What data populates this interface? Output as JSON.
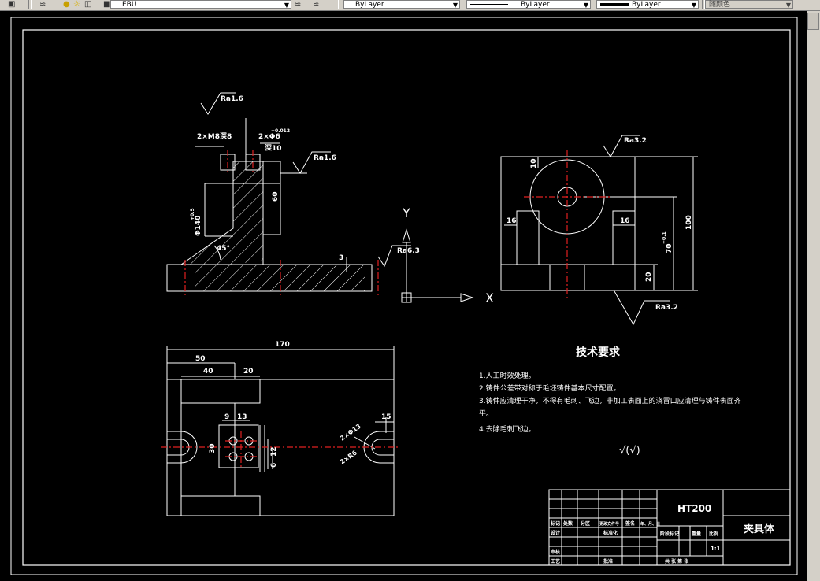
{
  "toolbar": {
    "layer_value": "EBU",
    "color_value": "ByLayer",
    "linetype_value": "ByLayer",
    "lineweight_value": "ByLayer",
    "plotstyle_value": "随颜色"
  },
  "drawing": {
    "front_view": {
      "ra_top": "Ra1.6",
      "hole_note": "2×M8深8",
      "slot_dim": "2×Φ6",
      "slot_tol": "+0.012",
      "depth_note": "深10",
      "ra_right": "Ra1.6",
      "dim_60": "60",
      "dim_140": "Φ140",
      "dim_140_tol": "+0.5",
      "angle": "45°",
      "dim_3": "3",
      "ra_base": "Ra6.3"
    },
    "side_view": {
      "ra_top": "Ra3.2",
      "dim_10": "10",
      "dim_16_left": "16",
      "dim_16_right": "16",
      "dim_70": "70",
      "dim_70_tol": "+0.1",
      "dim_100": "100",
      "dim_20": "20",
      "ra_bottom": "Ra3.2"
    },
    "top_view": {
      "dim_170": "170",
      "dim_50": "50",
      "dim_40": "40",
      "dim_20": "20",
      "dim_9": "9",
      "dim_13": "13",
      "dim_15": "15",
      "dim_30": "30",
      "dim_12": "12",
      "dim_6": "6",
      "r_note1": "2×Φ13",
      "r_note2": "2×R6"
    },
    "ucs": {
      "x": "X",
      "y": "Y"
    },
    "tech_title": "技术要求",
    "tech_notes": [
      "1.人工时效处理。",
      "2.铸件公差带对称于毛坯铸件基本尺寸配置。",
      "3.铸件应清理干净，不得有毛刺、飞边，非加工表面上的浇冒口应清理与铸件表面齐",
      "平。",
      "4.去除毛刺飞边。"
    ],
    "roughness_symbol": "√(√)",
    "title_block": {
      "material": "HT200",
      "part_name": "夹具体",
      "scale": "1:1",
      "row_labels": [
        "标记",
        "处数",
        "分区",
        "更改文件号",
        "签名",
        "年、月、日"
      ],
      "design": "设计",
      "standard": "标准化",
      "review": "审核",
      "process": "工艺",
      "approve": "批准",
      "stage": "阶段标记",
      "weight": "重量",
      "ratio": "比例",
      "sheets": "共  张  第  张"
    }
  }
}
